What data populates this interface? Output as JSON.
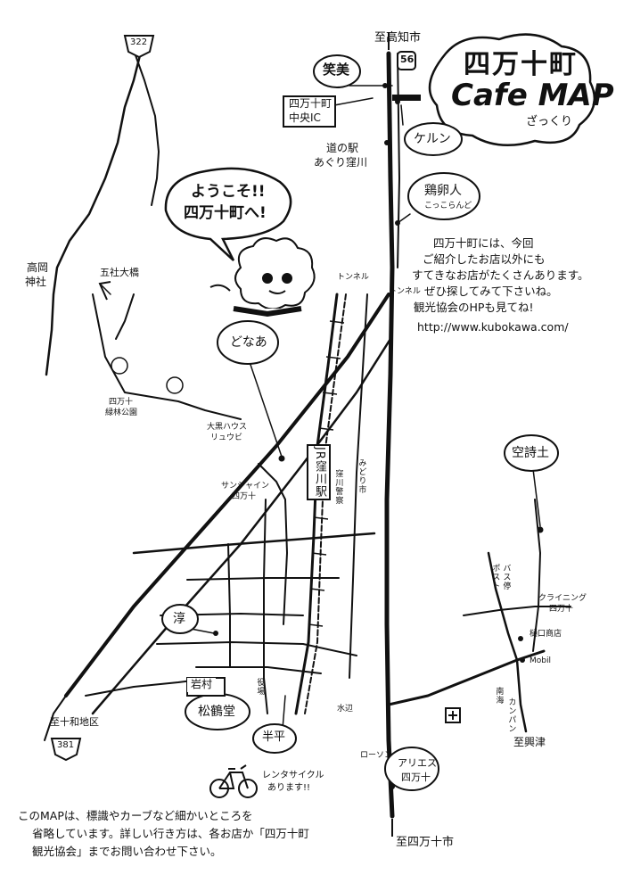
{
  "title": {
    "line1": "四万十町",
    "line2": "Cafe MAP",
    "sub": "ざっくり"
  },
  "welcome": {
    "line1": "ようこそ!!",
    "line2": "四万十町へ!"
  },
  "shops": {
    "emi": "笑美",
    "keruun": "ケルン",
    "keiranjin": "鶏卵人",
    "keiranjin_sub": "こっこらんど",
    "donaa": "どなあ",
    "kuushishi": "空詩土",
    "atsushi": "淳",
    "shoukakudou": "松鶴堂",
    "hanpei": "半平",
    "ariesu": "アリエス",
    "ariesu_sub": "四万十"
  },
  "places": {
    "to_kochi": "至高知市",
    "to_shimanto": "至四万十市",
    "to_towa": "至十和地区",
    "to_okitsu": "至興津",
    "ic_line1": "四万十町",
    "ic_line2": "中央IC",
    "michinoeki_line1": "道の駅",
    "michinoeki_line2": "あぐり窪川",
    "kuboka_shrine_line1": "高岡",
    "kuboka_shrine_line2": "神社",
    "tamanoki": "五社大橋",
    "shimanto_park_line1": "四万十",
    "shimanto_park_line2": "緑林公園",
    "ooshima_line1": "大黒ハウス",
    "ooshima_line2": "リュウビ",
    "sunshine_line1": "サンシャイン",
    "sunshine_line2": "四万十",
    "station": "JR窪川駅",
    "police": "窪川警察",
    "midori": "みどり市",
    "tunnel1": "トンネル",
    "tunnel2": "トンネル",
    "post_office": "ポスト",
    "bus_stop": "バス停",
    "clean": "クライニング",
    "clean_sub": "四万十",
    "higuchi": "樋口商店",
    "mobil": "Mobil",
    "hostel": "南海",
    "sun": "カンパン",
    "iwamura": "岩村",
    "yakuba": "役場",
    "mizuba": "水辺",
    "lawson": "ローソン",
    "rental": "レンタサイクル",
    "rental2": "あります!!"
  },
  "roads": {
    "r56": "56",
    "r322": "322",
    "r381": "381"
  },
  "note": {
    "line1": "四万十町には、今回",
    "line2": "ご紹介したお店以外にも",
    "line3": "すてきなお店がたくさんあります。",
    "line4": "ぜひ探してみて下さいね。",
    "line5": "観光協会のHPも見てね!",
    "url": "http://www.kubokawa.com/"
  },
  "footer": {
    "line1": "このMAPは、標識やカーブなど細かいところを",
    "line2": "省略しています。詳しい行き方は、各お店か「四万十町",
    "line3": "観光協会」までお問い合わせ下さい。"
  }
}
